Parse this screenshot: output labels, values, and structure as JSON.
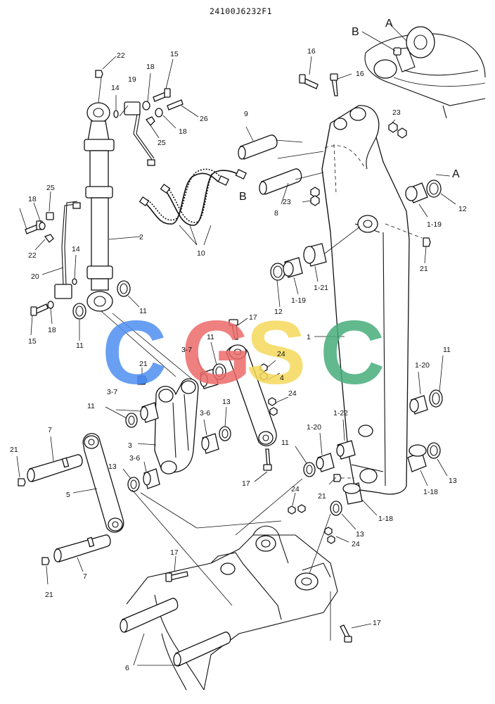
{
  "title": "24100J6232F1",
  "watermark": {
    "letters": [
      {
        "char": "C",
        "color": "#4d8ef0"
      },
      {
        "char": "G",
        "color": "#ec6a6a"
      },
      {
        "char": "S",
        "color": "#f5d85a"
      },
      {
        "char": "C",
        "color": "#47ad7a"
      }
    ],
    "opacity": 0.85
  },
  "callouts": {
    "A": "A",
    "B": "B"
  },
  "labels": {
    "n1": "1",
    "n1_18": "1-18",
    "n1_19": "1-19",
    "n1_20": "1-20",
    "n1_21": "1-21",
    "n1_22": "1-22",
    "n2": "2",
    "n3": "3",
    "n3_6": "3-6",
    "n3_7": "3-7",
    "n4": "4",
    "n5": "5",
    "n6": "6",
    "n7": "7",
    "n8": "8",
    "n9": "9",
    "n10": "10",
    "n11": "11",
    "n12": "12",
    "n13": "13",
    "n14": "14",
    "n15": "15",
    "n16": "16",
    "n17": "17",
    "n18": "18",
    "n19": "19",
    "n20": "20",
    "n21": "21",
    "n22": "22",
    "n23": "23",
    "n24": "24",
    "n25": "25",
    "n26": "26"
  },
  "highlight_color": "#3b74c9"
}
